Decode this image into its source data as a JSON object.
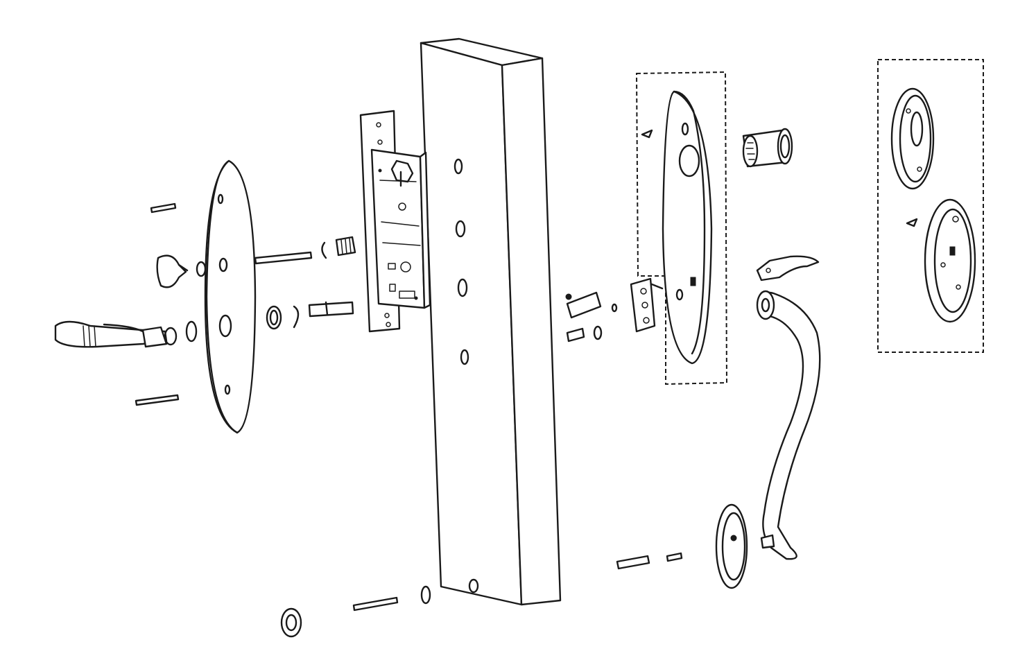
{
  "diagram": {
    "type": "exploded-view",
    "subject": "mortise-lock-handleset",
    "colors": {
      "line": "#1a1a1a",
      "background": "#ffffff"
    },
    "parts": [
      "interior-lever",
      "interior-escutcheon-plate",
      "thumbturn",
      "mounting-screws",
      "mortise-lock-body",
      "door-slab",
      "exterior-escutcheon-plate",
      "mortise-cylinder",
      "thumb-piece",
      "exterior-grip-handle",
      "bottom-grip-rosette",
      "alternate-rosette-option"
    ]
  }
}
